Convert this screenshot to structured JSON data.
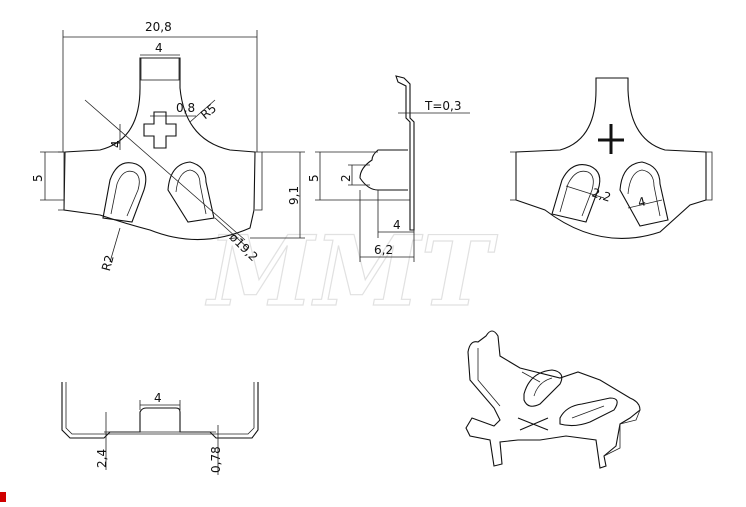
{
  "watermark": {
    "text": "MMT"
  },
  "dimensions": {
    "width_total": "20,8",
    "tab_width_top": "4",
    "slot_gap": "0,8",
    "radius_top": "R5",
    "cross_size": "4",
    "height_side": "5",
    "radius_slot": "R2",
    "diameter": "ø19,2",
    "height_total": "9,1",
    "thickness": "T=0,3",
    "side_height": "5",
    "side_tab": "2",
    "side_depth": "4",
    "side_length": "6,2",
    "slot_width": "2,2",
    "slot_length": "4",
    "bottom_tab": "4",
    "bottom_height": "2,4",
    "bottom_offset": "0,78"
  },
  "colors": {
    "ink": "#111111",
    "watermark": "#c9c9c9",
    "corner": "#d00000"
  }
}
